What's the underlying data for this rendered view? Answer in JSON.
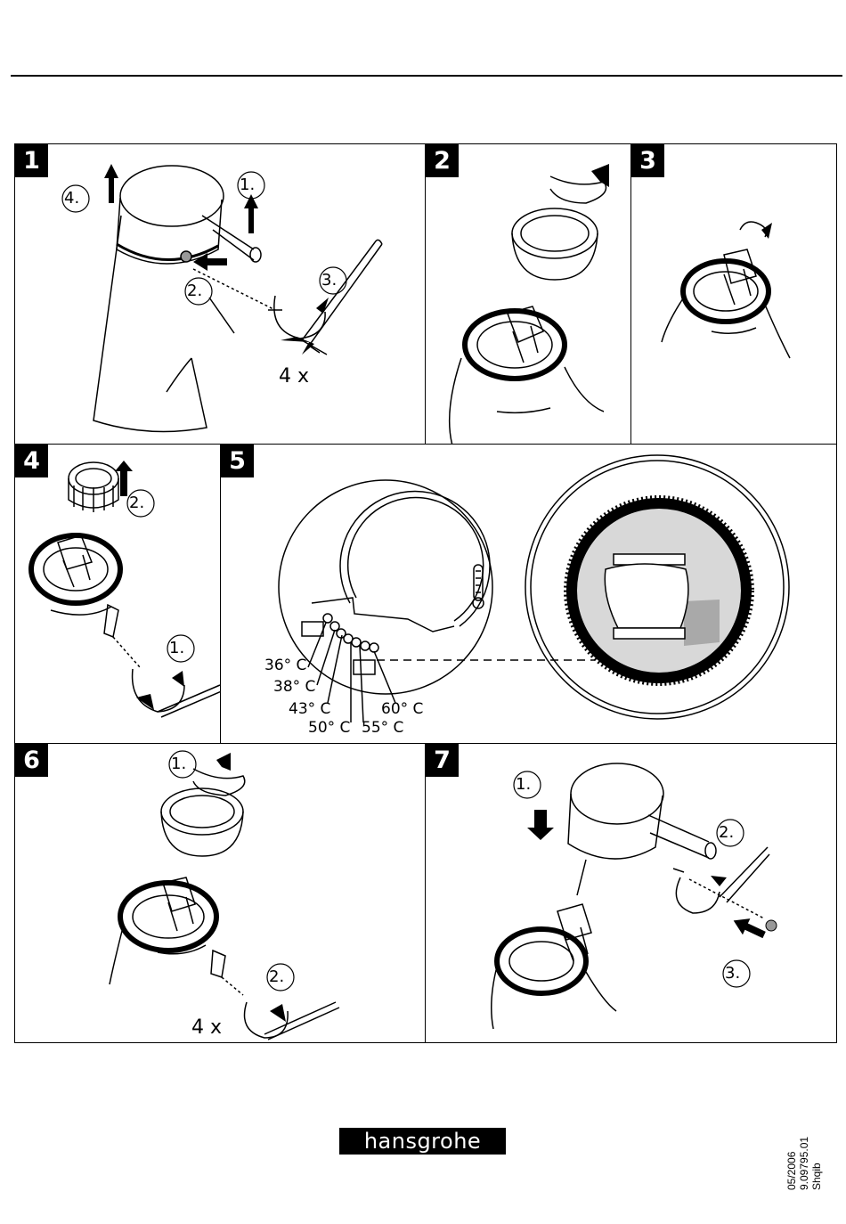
{
  "steps": [
    {
      "number": "1",
      "labels": [
        "4.",
        "1.",
        "2.",
        "3."
      ],
      "count": "4 x"
    },
    {
      "number": "2"
    },
    {
      "number": "3"
    },
    {
      "number": "4",
      "labels": [
        "2.",
        "1."
      ]
    },
    {
      "number": "5",
      "temperatures": [
        "36° C",
        "38° C",
        "43° C",
        "50° C",
        "55° C",
        "60° C"
      ]
    },
    {
      "number": "6",
      "labels": [
        "1.",
        "2."
      ],
      "count": "4 x"
    },
    {
      "number": "7",
      "labels": [
        "1.",
        "2.",
        "3."
      ]
    }
  ],
  "footer": {
    "brand": "hansgrohe",
    "date": "05/2006",
    "doc_number": "9.09795.01",
    "language": "Shqib"
  }
}
